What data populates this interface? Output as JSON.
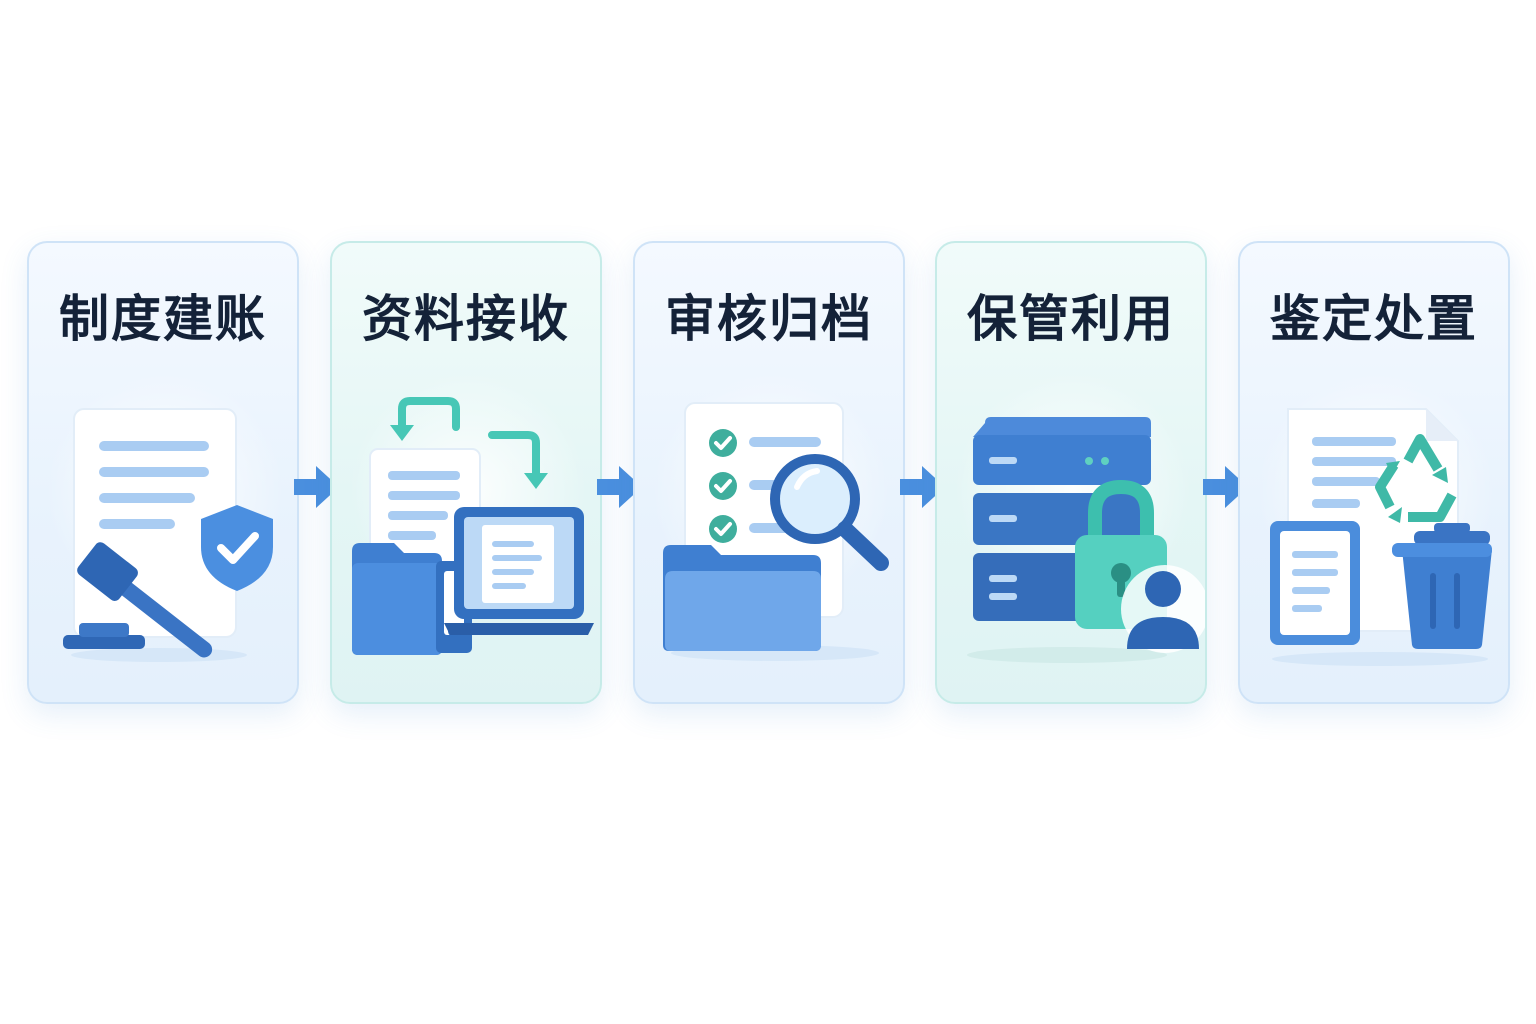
{
  "steps": [
    {
      "label": "制度建账",
      "theme": "blue"
    },
    {
      "label": "资料接收",
      "theme": "teal"
    },
    {
      "label": "审核归档",
      "theme": "blue"
    },
    {
      "label": "保管利用",
      "theme": "teal"
    },
    {
      "label": "鉴定处置",
      "theme": "blue"
    }
  ],
  "colors": {
    "primary_blue": "#3f7fd1",
    "light_blue": "#8ab8ec",
    "teal": "#47c7b6",
    "title_text": "#142238"
  },
  "icons": [
    [
      "document-icon",
      "shield-check-icon",
      "gavel-icon"
    ],
    [
      "document-icon",
      "transfer-arrows-icon",
      "folder-icon",
      "binder-icon",
      "laptop-icon"
    ],
    [
      "checklist-icon",
      "magnifier-icon",
      "folder-icon"
    ],
    [
      "server-icon",
      "lock-icon",
      "user-icon"
    ],
    [
      "document-icon",
      "recycle-icon",
      "trash-can-icon"
    ]
  ]
}
